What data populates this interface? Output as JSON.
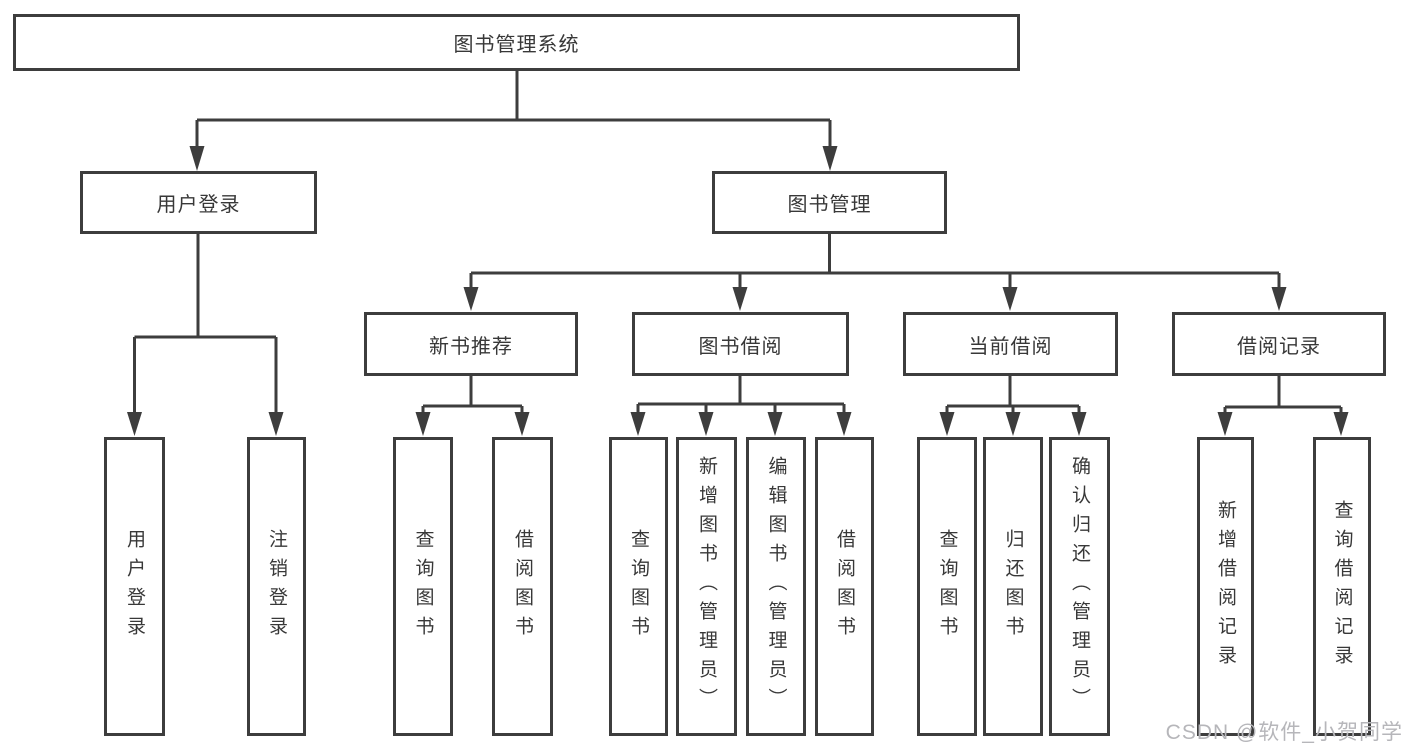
{
  "diagram": {
    "type": "hierarchy-flowchart",
    "colors": {
      "background": "#ffffff",
      "box_border": "#3d3d3d",
      "box_fill": "#ffffff",
      "connector_line": "#3d3d3d",
      "text": "#383838",
      "watermark_text": "#b6b6ba"
    },
    "nodes": {
      "root": {
        "label": "图书管理系统"
      },
      "level2": [
        {
          "label": "用户登录"
        },
        {
          "label": "图书管理"
        }
      ],
      "level3": [
        {
          "label": "新书推荐"
        },
        {
          "label": "图书借阅"
        },
        {
          "label": "当前借阅"
        },
        {
          "label": "借阅记录"
        }
      ],
      "leaves": [
        {
          "label": "用户登录",
          "parent": "用户登录"
        },
        {
          "label": "注销登录",
          "parent": "用户登录"
        },
        {
          "label": "查询图书",
          "parent": "新书推荐"
        },
        {
          "label": "借阅图书",
          "parent": "新书推荐"
        },
        {
          "label": "查询图书",
          "parent": "图书借阅"
        },
        {
          "label": "新增图书（管理员）",
          "parent": "图书借阅"
        },
        {
          "label": "编辑图书（管理员）",
          "parent": "图书借阅"
        },
        {
          "label": "借阅图书",
          "parent": "图书借阅"
        },
        {
          "label": "查询图书",
          "parent": "当前借阅"
        },
        {
          "label": "归还图书",
          "parent": "当前借阅"
        },
        {
          "label": "确认归还（管理员）",
          "parent": "当前借阅"
        },
        {
          "label": "新增借阅记录",
          "parent": "借阅记录"
        },
        {
          "label": "查询借阅记录",
          "parent": "借阅记录"
        }
      ]
    },
    "watermark": {
      "text": "CSDN @软件_小贺同学"
    }
  }
}
